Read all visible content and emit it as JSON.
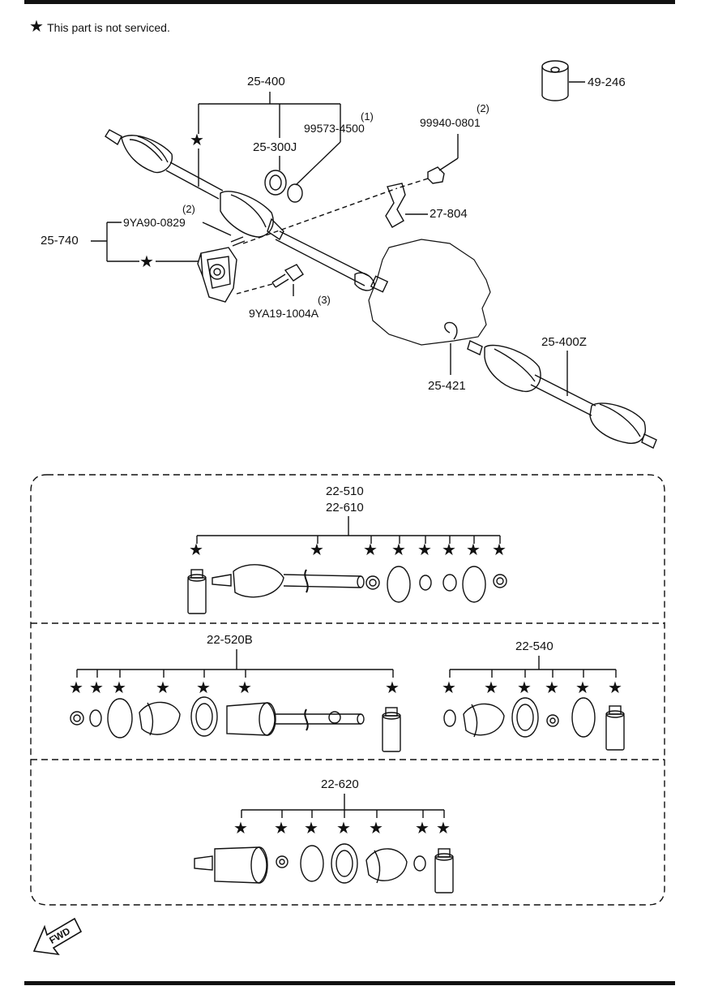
{
  "note": "This part is not serviced.",
  "labels": {
    "p25_400": "25-400",
    "p49_246": "49-246",
    "p25_300j": "25-300J",
    "p99573": "99573-4500",
    "q1": "(1)",
    "p99940": "99940-0801",
    "q2a": "(2)",
    "p27_804": "27-804",
    "p25_740": "25-740",
    "p9ya90": "9YA90-0829",
    "q2b": "(2)",
    "p9ya19": "9YA19-1004A",
    "q3": "(3)",
    "p25_400z": "25-400Z",
    "p25_421": "25-421",
    "p22_510": "22-510",
    "p22_610": "22-610",
    "p22_520b": "22-520B",
    "p22_540": "22-540",
    "p22_620": "22-620",
    "fwd": "FWD"
  }
}
